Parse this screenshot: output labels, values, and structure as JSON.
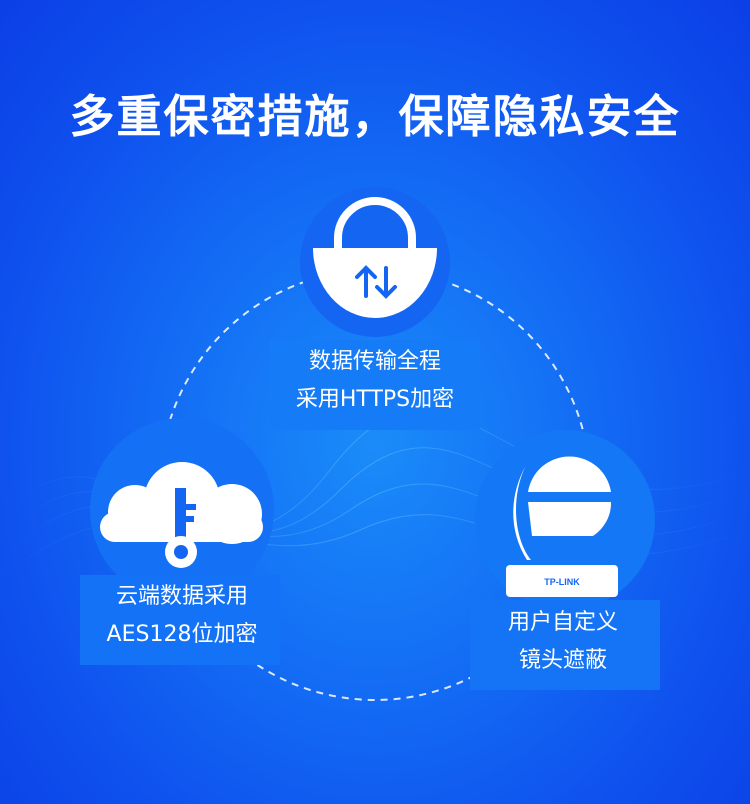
{
  "title": "多重保密措施，保障隐私安全",
  "features": [
    {
      "line1": "数据传输全程",
      "line2": "采用HTTPS加密",
      "icon": "lock-arrows-icon"
    },
    {
      "line1": "云端数据采用",
      "line2": "AES128位加密",
      "icon": "cloud-key-icon"
    },
    {
      "line1": "用户自定义",
      "line2": "镜头遮蔽",
      "icon": "camera-icon"
    }
  ],
  "camera_brand": "TP-LINK",
  "colors": {
    "accent": "#1466f2",
    "text": "#ffffff"
  }
}
